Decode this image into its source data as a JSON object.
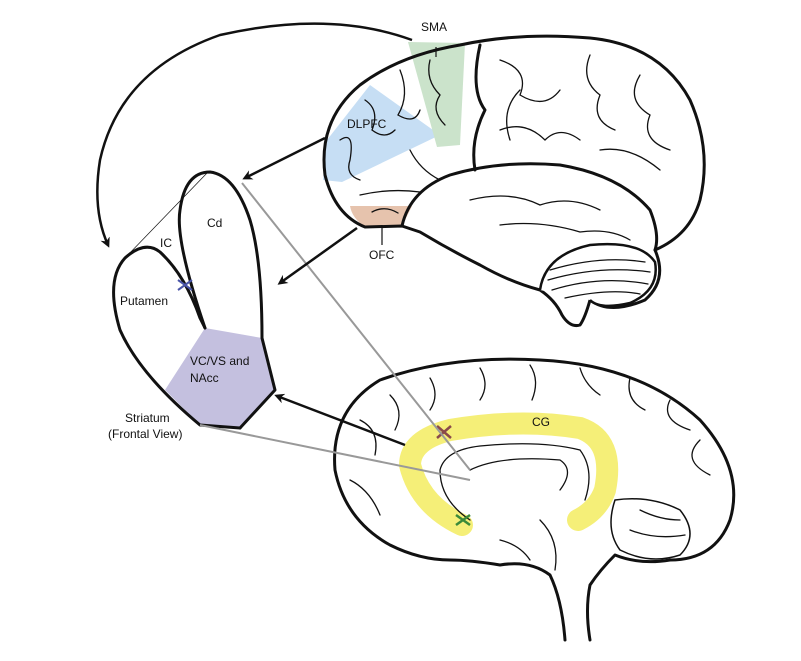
{
  "labels": {
    "sma": "SMA",
    "dlpfc": "DLPFC",
    "ofc": "OFC",
    "cd": "Cd",
    "ic": "IC",
    "putamen": "Putamen",
    "vcvs_line1": "VC/VS and",
    "vcvs_line2": "NAcc",
    "striatum_line1": "Striatum",
    "striatum_line2": "(Frontal View)",
    "cg": "CG"
  },
  "colors": {
    "dlpfc": "#c6def4",
    "sma": "#cbe3cb",
    "ofc": "#e6c3ad",
    "vcvs": "#c4c0df",
    "cg": "#f5ef78",
    "ic_marker": "#4a55a8",
    "cg_marker": "#8a4a4a",
    "sgc_marker": "#3a8a3a"
  }
}
